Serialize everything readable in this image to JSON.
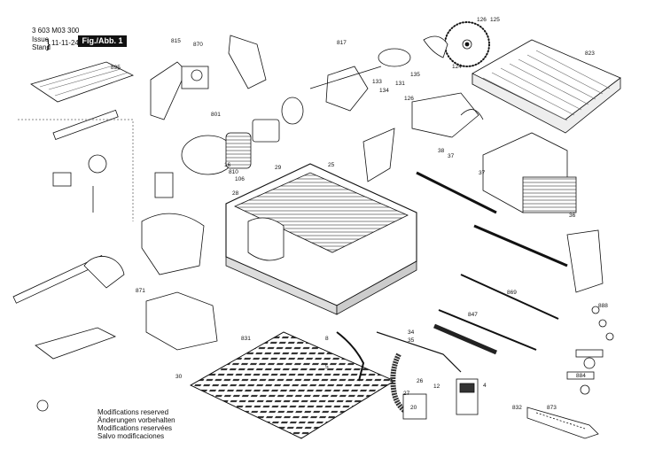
{
  "header": {
    "part_number": "3 603 M03 300",
    "issue_label": "Issue",
    "stand_label": "Stand",
    "date": "11-11-24",
    "figure_label": "Fig./Abb. 1"
  },
  "notes": [
    "Modifications reserved",
    "Änderungen vorbehalten",
    "Modifications reservées",
    "Salvo modificaciones"
  ],
  "callouts": {
    "c126a": "126",
    "c125": "125",
    "c815": "815",
    "c870": "870",
    "c817": "817",
    "c823": "823",
    "c895": "895",
    "c124": "124",
    "c135": "135",
    "c131": "131",
    "c133": "133",
    "c134": "134",
    "c126b": "126",
    "c801": "801",
    "c25": "25",
    "c38": "38",
    "c37a": "37",
    "c37b": "37",
    "c16": "16",
    "c810": "810",
    "c106": "106",
    "c29": "29",
    "c28": "28",
    "c36": "36",
    "c871": "871",
    "c869": "869",
    "c847": "847",
    "c888": "888",
    "c831": "831",
    "c34": "34",
    "c35": "35",
    "c8": "8",
    "c5": "5",
    "c26": "26",
    "c27": "27",
    "c20": "20",
    "c12": "12",
    "c4": "4",
    "c884": "884",
    "c832": "832",
    "c873": "873",
    "c30": "30"
  }
}
